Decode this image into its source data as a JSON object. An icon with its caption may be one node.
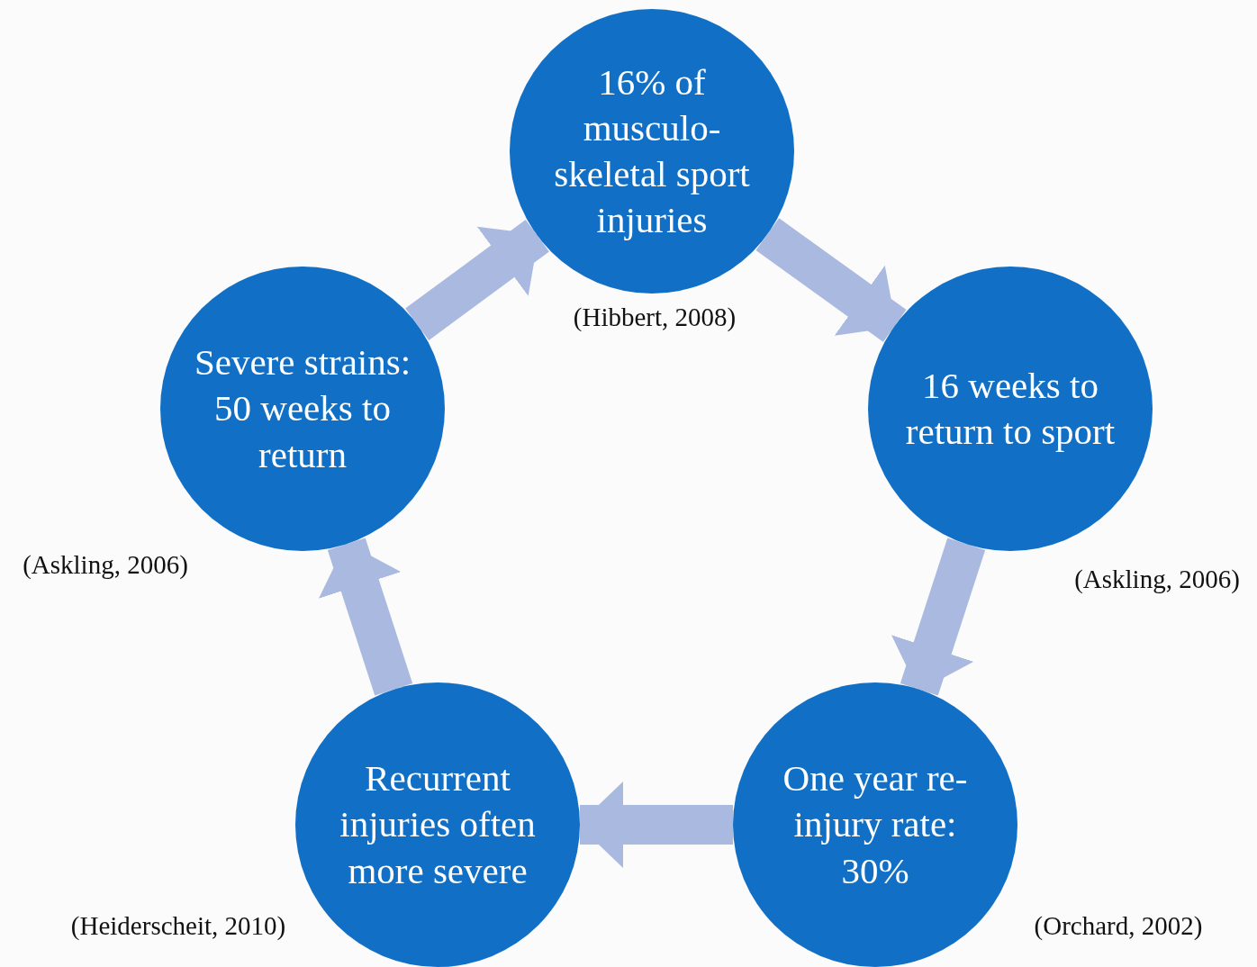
{
  "diagram": {
    "nodes": [
      {
        "text": [
          "16% of musculo-skeletal sport injuries"
        ],
        "beside": [
          "(Hibbert, 2008)"
        ]
      },
      {
        "text": [
          "16 weeks to return to sport"
        ],
        "beside": [
          "(Askling, 2006)"
        ]
      },
      {
        "text": [
          "One year re-injury rate: 30%"
        ],
        "beside": [
          "(Orchard, 2002)"
        ]
      },
      {
        "text": [
          "Recurrent injuries often more severe"
        ],
        "beside": [
          "(Heiderscheit, 2010)"
        ]
      },
      {
        "text": [
          "Severe strains: 50 weeks to return"
        ],
        "beside": [
          "(Askling, 2006)"
        ]
      }
    ],
    "edges": [
      {
        "from": 0,
        "to": 1,
        "arrow": "to"
      },
      {
        "from": 1,
        "to": 2,
        "arrow": "to"
      },
      {
        "from": 2,
        "to": 3,
        "arrow": "to"
      },
      {
        "from": 3,
        "to": 4,
        "arrow": "to"
      },
      {
        "from": 4,
        "to": 0,
        "arrow": "to"
      }
    ]
  }
}
